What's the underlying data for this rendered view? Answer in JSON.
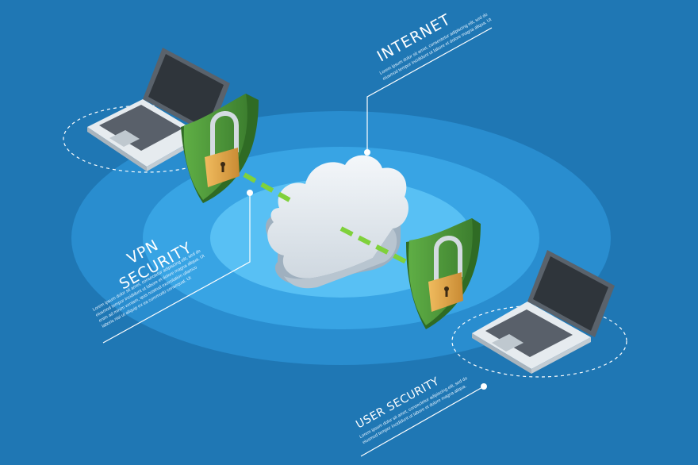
{
  "colors": {
    "background": "#1f77b4",
    "ring_outer": "#2a8fd1",
    "ring_mid": "#3aa6e6",
    "ring_inner": "#5cc3f5",
    "shield_green": "#4e9b3c",
    "lock_gold": "#e2a648",
    "link_green": "#7fd13b"
  },
  "labels": {
    "internet": "INTERNET",
    "vpn_line1": "VPN",
    "vpn_line2": "SECURITY",
    "user_security": "USER SECURITY"
  },
  "captions": {
    "internet": [
      "Lorem ipsum dolor sit amet, consectetur adipiscing elit, sed do",
      "eiusmod tempor incididunt ut labore et dolore magna aliqua. Ut"
    ],
    "vpn": [
      "Lorem ipsum dolor sit amet, consectetur adipiscing elit, sed do",
      "eiusmod tempor incididunt ut labore et dolore magna aliqua. Ut",
      "enim ad minim veniam, quis nostrud exercitation ullamco",
      "laboris nisi ut aliquip ex ea commodo consequat. Ut"
    ],
    "user_security": [
      "Lorem ipsum dolor sit amet, consectetur adipiscing elit, sed do",
      "eiusmod tempor incididunt ut labore et dolore magna aliqua."
    ]
  },
  "icons": {
    "cloud": "cloud-icon",
    "laptop": "laptop-icon",
    "shield": "shield-lock-icon"
  }
}
